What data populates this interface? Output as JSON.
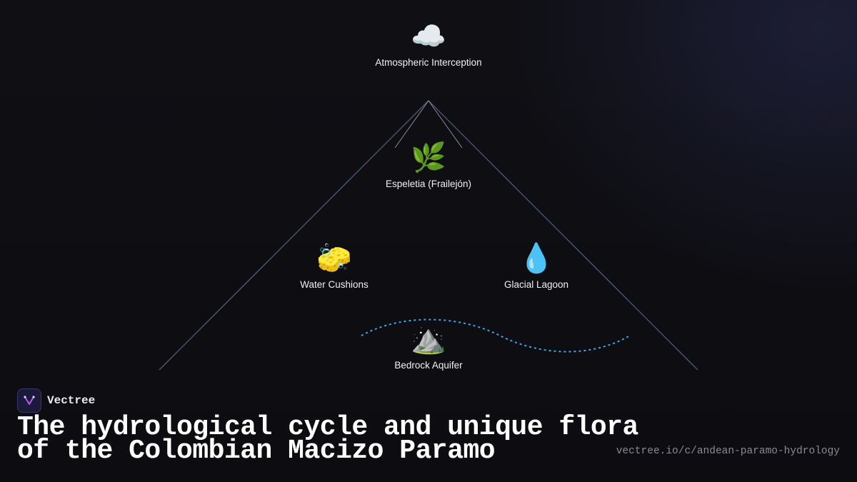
{
  "diagram": {
    "nodes": [
      {
        "id": "atmosphere",
        "icon": "cloud-icon",
        "emoji": "☁️",
        "label": "Atmospheric Interception"
      },
      {
        "id": "espeletia",
        "icon": "herb-icon",
        "emoji": "🌿",
        "label": "Espeletia (Frailejón)"
      },
      {
        "id": "cushions",
        "icon": "sponge-icon",
        "emoji": "🧽",
        "label": "Water Cushions"
      },
      {
        "id": "lagoon",
        "icon": "droplet-icon",
        "emoji": "💧",
        "label": "Glacial Lagoon"
      },
      {
        "id": "aquifer",
        "icon": "mountain-icon",
        "emoji": "⛰️",
        "label": "Bedrock Aquifer"
      }
    ],
    "colors": {
      "triangle_stroke": "#4a5468",
      "inner_stroke": "#8a90a0",
      "water_flow": "#3aa7e6"
    }
  },
  "brand": {
    "name": "Vectree",
    "logo_accent": "#b05cf0"
  },
  "title": {
    "line1": "The hydrological cycle and unique flora",
    "line2": "of the Colombian Macizo Paramo"
  },
  "url": "vectree.io/c/andean-paramo-hydrology"
}
